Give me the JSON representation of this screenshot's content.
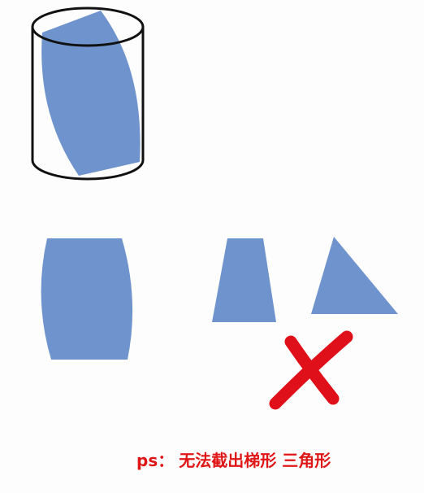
{
  "caption": {
    "prefix": "ps",
    "separator": "：",
    "text": "无法截出梯形 三角形"
  },
  "colors": {
    "shape_fill": "#6f94cd",
    "cylinder_stroke": "#111111",
    "cross": "#e0101a",
    "caption": "#e01515",
    "background": "#fdfdfd"
  },
  "figures": [
    {
      "name": "cylinder-with-cross-section",
      "shape": "cylinder",
      "depicted_cross_section": "curved-quadrilateral"
    },
    {
      "name": "curved-cross-section",
      "shape": "curved-quadrilateral"
    },
    {
      "name": "trapezoid",
      "shape": "trapezoid"
    },
    {
      "name": "triangle",
      "shape": "triangle"
    },
    {
      "name": "cross-mark",
      "shape": "x-mark",
      "meaning": "impossible"
    }
  ]
}
